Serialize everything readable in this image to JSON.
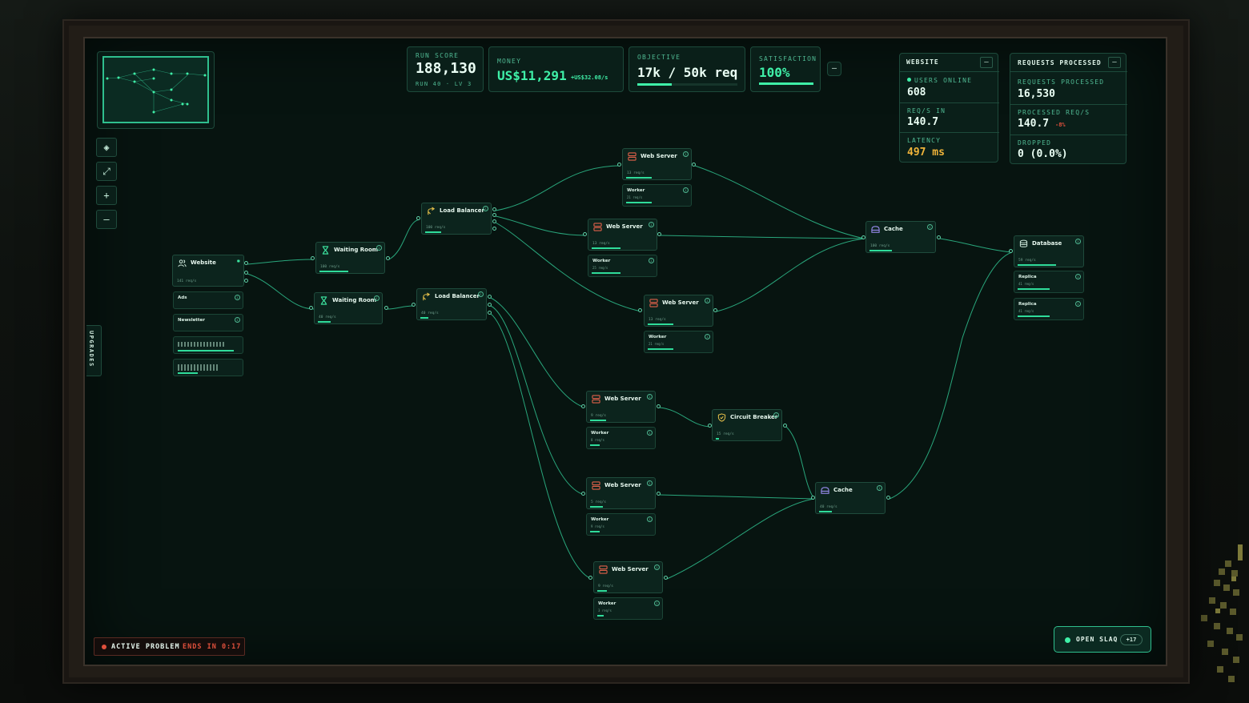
{
  "hud": {
    "run_score": {
      "label": "RUN SCORE",
      "value": "188,130",
      "sub": "RUN 40 · LV 3"
    },
    "money": {
      "label": "MONEY",
      "value": "US$11,291",
      "rate": "+US$32.08/s"
    },
    "objective": {
      "label": "OBJECTIVE",
      "value": "17k / 50k req",
      "progress": 0.34
    },
    "satisfaction": {
      "label": "SATISFACTION",
      "value": "100%",
      "progress": 1.0
    },
    "collapse": "–"
  },
  "website_panel": {
    "title": "WEBSITE",
    "collapse": "–",
    "users_online_label": "USERS ONLINE",
    "users_online": "608",
    "reqs_in_label": "REQ/S IN",
    "reqs_in": "140.7",
    "latency_label": "LATENCY",
    "latency": "497 ms"
  },
  "requests_panel": {
    "title": "REQUESTS PROCESSED",
    "collapse": "–",
    "processed_label": "REQUESTS PROCESSED",
    "processed": "16,530",
    "processed_rate_label": "PROCESSED REQ/S",
    "processed_rate": "140.7",
    "processed_delta": "-8%",
    "dropped_label": "DROPPED",
    "dropped": "0 (0.0%)"
  },
  "controls": [
    "◈",
    "⤢",
    "+",
    "–"
  ],
  "upgrades_tab": "UPGRADES",
  "problem": {
    "label": "ACTIVE PROBLEM",
    "ends": "ENDS IN 0:17"
  },
  "slaq": {
    "label": "OPEN SLAQ",
    "count": "+17"
  },
  "nodes": {
    "website": {
      "title": "Website",
      "rate": "141 req/s",
      "fill": 0.95
    },
    "ads": {
      "title": "Ads"
    },
    "newsletter": {
      "title": "Newsletter"
    },
    "wr1": {
      "title": "Waiting Room",
      "rate": "100 req/s",
      "fill": 0.45
    },
    "wr2": {
      "title": "Waiting Room",
      "rate": "40 req/s",
      "fill": 0.2
    },
    "lb1": {
      "title": "Load Balancer",
      "rate": "100 req/s",
      "fill": 0.25
    },
    "lb2": {
      "title": "Load Balancer",
      "rate": "40 req/s",
      "fill": 0.12
    },
    "ws1": {
      "title": "Web Server",
      "rate": "13 req/s",
      "fill": 0.4
    },
    "ws1w": {
      "title": "Worker",
      "rate": "21 req/s",
      "fill": 0.4
    },
    "ws2": {
      "title": "Web Server",
      "rate": "13 req/s",
      "fill": 0.45
    },
    "ws2w": {
      "title": "Worker",
      "rate": "25 req/s",
      "fill": 0.45
    },
    "ws3": {
      "title": "Web Server",
      "rate": "13 req/s",
      "fill": 0.4
    },
    "ws3w": {
      "title": "Worker",
      "rate": "21 req/s",
      "fill": 0.4
    },
    "ws4": {
      "title": "Web Server",
      "rate": "9 req/s",
      "fill": 0.25
    },
    "ws4w": {
      "title": "Worker",
      "rate": "8 req/s",
      "fill": 0.15
    },
    "ws5": {
      "title": "Web Server",
      "rate": "5 req/s",
      "fill": 0.2
    },
    "ws5w": {
      "title": "Worker",
      "rate": "9 req/s",
      "fill": 0.15
    },
    "ws6": {
      "title": "Web Server",
      "rate": "9 req/s",
      "fill": 0.15
    },
    "ws6w": {
      "title": "Worker",
      "rate": "3 req/s",
      "fill": 0.1
    },
    "cb": {
      "title": "Circuit Breaker",
      "rate": "15 req/s",
      "fill": 0.05
    },
    "cache1": {
      "title": "Cache",
      "rate": "100 req/s",
      "fill": 0.35
    },
    "cache2": {
      "title": "Cache",
      "rate": "40 req/s",
      "fill": 0.2
    },
    "db": {
      "title": "Database",
      "rate": "59 req/s",
      "fill": 0.6
    },
    "rep1": {
      "title": "Replica",
      "rate": "41 req/s",
      "fill": 0.5
    },
    "rep2": {
      "title": "Replica",
      "rate": "41 req/s",
      "fill": 0.5
    }
  },
  "colors": {
    "accent": "#3ff0a8",
    "server": "#e0604a",
    "cache": "#9a8cf0",
    "balancer": "#e6c04a",
    "latency": "#f0b43a",
    "alert": "#e0503c"
  }
}
